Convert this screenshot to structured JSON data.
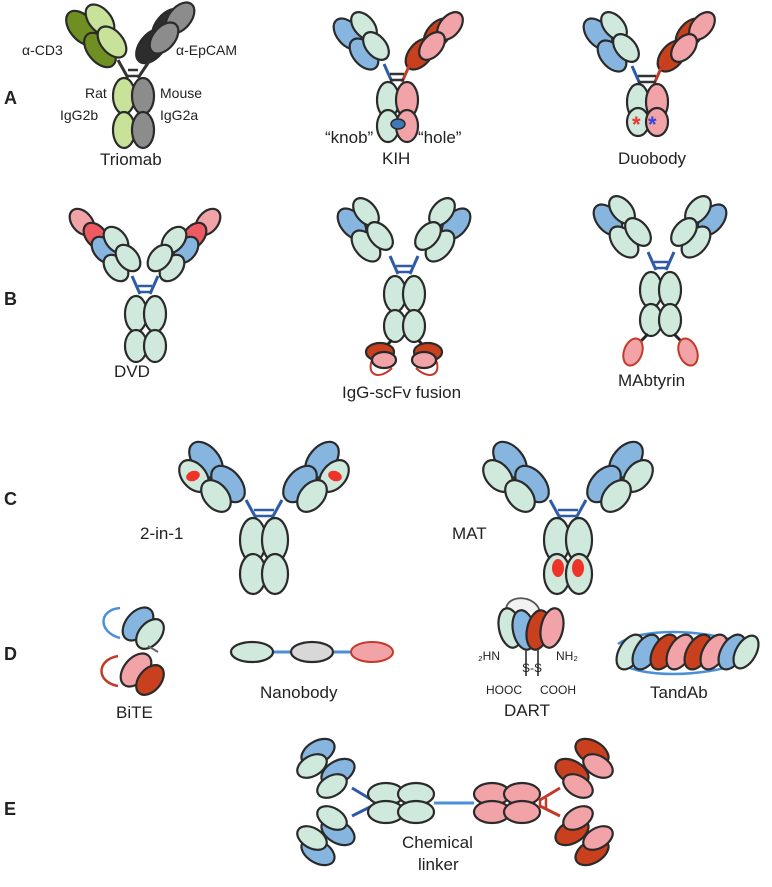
{
  "rows": [
    "A",
    "B",
    "C",
    "D",
    "E"
  ],
  "captions": {
    "triomab": "Triomab",
    "kih": "KIH",
    "duobody": "Duobody",
    "dvd": "DVD",
    "igg_scfv": "IgG-scFv fusion",
    "mabtyrin": "MAbtyrin",
    "two_in_one": "2-in-1",
    "mat": "MAT",
    "bite": "BiTE",
    "nanobody": "Nanobody",
    "dart": "DART",
    "tandab": "TandAb",
    "chemical": "Chemical",
    "linker": "linker"
  },
  "annotations": {
    "a_cd3": "α-CD3",
    "a_epcam": "α-EpCAM",
    "rat": "Rat",
    "rat_igg": "IgG2b",
    "mouse": "Mouse",
    "mouse_igg": "IgG2a",
    "knob": "“knob”",
    "hole": "“hole”",
    "hn": "₂HN",
    "nh2": "NH₂",
    "ss": "S-S",
    "hooc": "HOOC",
    "cooh": "COOH",
    "star": "*"
  },
  "colors": {
    "light_green": "#cfe9dc",
    "light_blue": "#86b6e0",
    "pink": "#f2a3a8",
    "dark_red": "#c8401e",
    "olive_green": "#6f8f22",
    "pale_green": "#c8e29a",
    "dark_gray": "#2d2d2d",
    "gray": "#8c8c8c",
    "red_spot": "#ee3328",
    "blue_star": "#3344dd",
    "red_star": "#ee3328"
  }
}
